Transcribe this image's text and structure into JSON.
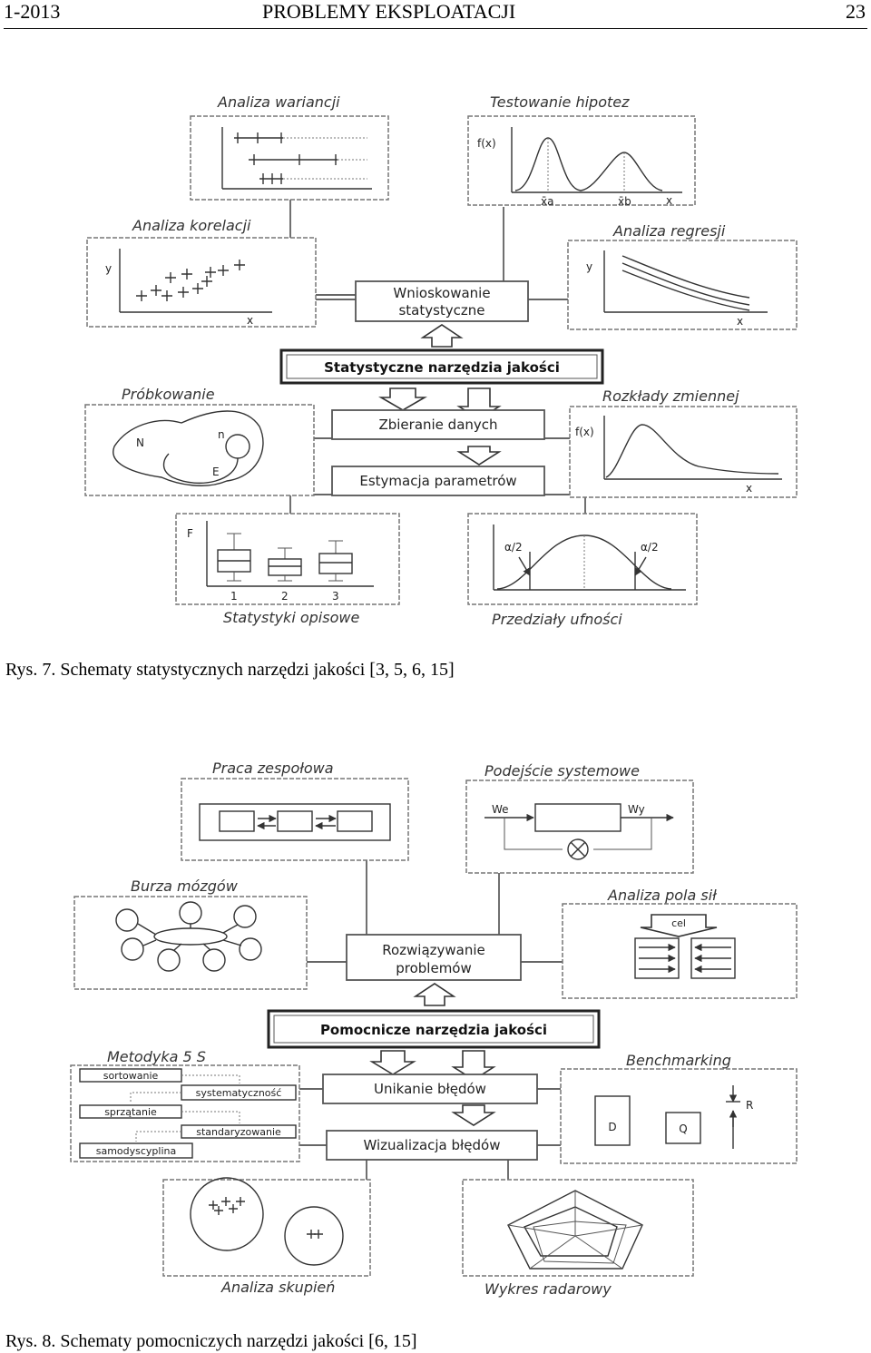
{
  "header": {
    "left": "1-2013",
    "center": "PROBLEMY  EKSPLOATACJI",
    "right": "23"
  },
  "figure1": {
    "caption": "Rys. 7. Schematy statystycznych narzędzi jakości [3, 5, 6, 15]",
    "labels": {
      "analiza_wariancji": "Analiza wariancji",
      "testowanie_hipotez": "Testowanie hipotez",
      "analiza_korelacji": "Analiza korelacji",
      "analiza_regresji": "Analiza regresji",
      "probkowanie": "Próbkowanie",
      "rozklady_zmiennej": "Rozkłady zmiennej",
      "statystyki_opisowe": "Statystyki opisowe",
      "przedzialy_ufnosci": "Przedziały ufności"
    },
    "boxes": {
      "wnioskowanie_line1": "Wnioskowanie",
      "wnioskowanie_line2": "statystyczne",
      "center_title": "Statystyczne narzędzia jakości",
      "zbieranie": "Zbieranie danych",
      "estymacja": "Estymacja parametrów"
    },
    "glyphs": {
      "fx": "f(x)",
      "x": "x",
      "y": "y",
      "xa": "x̄a",
      "xb": "x̄b",
      "N": "N",
      "n": "n",
      "E": "E",
      "F": "F",
      "b1": "1",
      "b2": "2",
      "b3": "3",
      "alpha_half": "α/2"
    }
  },
  "figure2": {
    "caption": "Rys. 8. Schematy pomocniczych narzędzi jakości [6, 15]",
    "labels": {
      "praca_zespolowa": "Praca zespołowa",
      "podejscie_systemowe": "Podejście systemowe",
      "burza_mozgow": "Burza mózgów",
      "analiza_pola_sil": "Analiza pola sił",
      "metodyka_5s": "Metodyka 5 S",
      "benchmarking": "Benchmarking",
      "analiza_skupien": "Analiza skupień",
      "wykres_radarowy": "Wykres radarowy"
    },
    "boxes": {
      "rozwiazywanie_line1": "Rozwiązywanie",
      "rozwiazywanie_line2": "problemów",
      "center_title": "Pomocnicze narzędzia jakości",
      "unikanie": "Unikanie błędów",
      "wizualizacja": "Wizualizacja błędów"
    },
    "five_s": [
      "sortowanie",
      "systematyczność",
      "sprzątanie",
      "standaryzowanie",
      "samodyscyplina"
    ],
    "glyphs": {
      "we": "We",
      "wy": "Wy",
      "cel": "cel",
      "D": "D",
      "Q": "Q",
      "R": "R"
    }
  }
}
